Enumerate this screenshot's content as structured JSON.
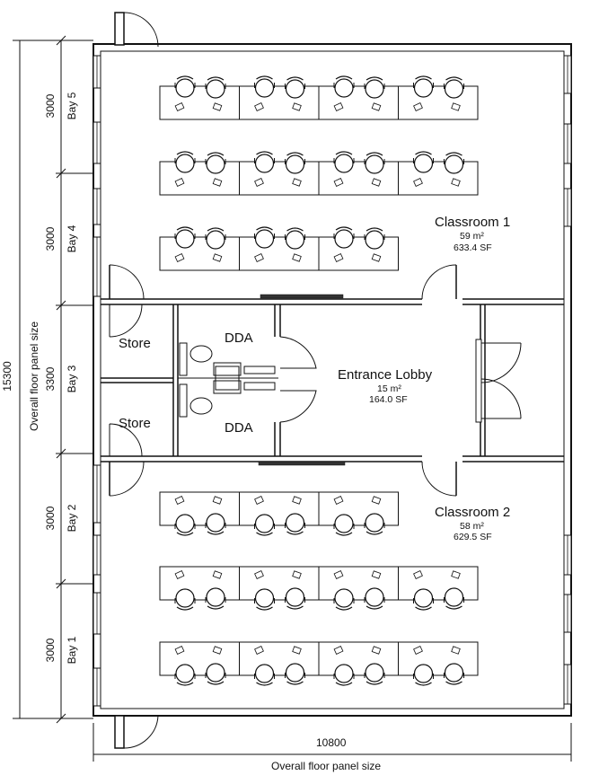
{
  "rooms": {
    "classroom1": {
      "name": "Classroom 1",
      "area_m2": "59 m²",
      "area_sf": "633.4 SF"
    },
    "classroom2": {
      "name": "Classroom 2",
      "area_m2": "58 m²",
      "area_sf": "629.5 SF"
    },
    "lobby": {
      "name": "Entrance Lobby",
      "area_m2": "15 m²",
      "area_sf": "164.0 SF"
    },
    "store_top": {
      "name": "Store"
    },
    "store_bottom": {
      "name": "Store"
    },
    "dda_top": {
      "name": "DDA"
    },
    "dda_bottom": {
      "name": "DDA"
    }
  },
  "dimensions": {
    "overall_height": "15300",
    "overall_width": "10800",
    "height_caption": "Overall floor panel size",
    "width_caption": "Overall floor panel size",
    "bays": [
      {
        "label": "Bay 5",
        "size": "3000"
      },
      {
        "label": "Bay 4",
        "size": "3000"
      },
      {
        "label": "Bay 3",
        "size": "3300"
      },
      {
        "label": "Bay 2",
        "size": "3000"
      },
      {
        "label": "Bay 1",
        "size": "3000"
      }
    ]
  },
  "layout": {
    "classroom1_desk_rows": [
      4,
      4,
      3
    ],
    "classroom2_desk_rows": [
      3,
      4,
      4
    ]
  }
}
